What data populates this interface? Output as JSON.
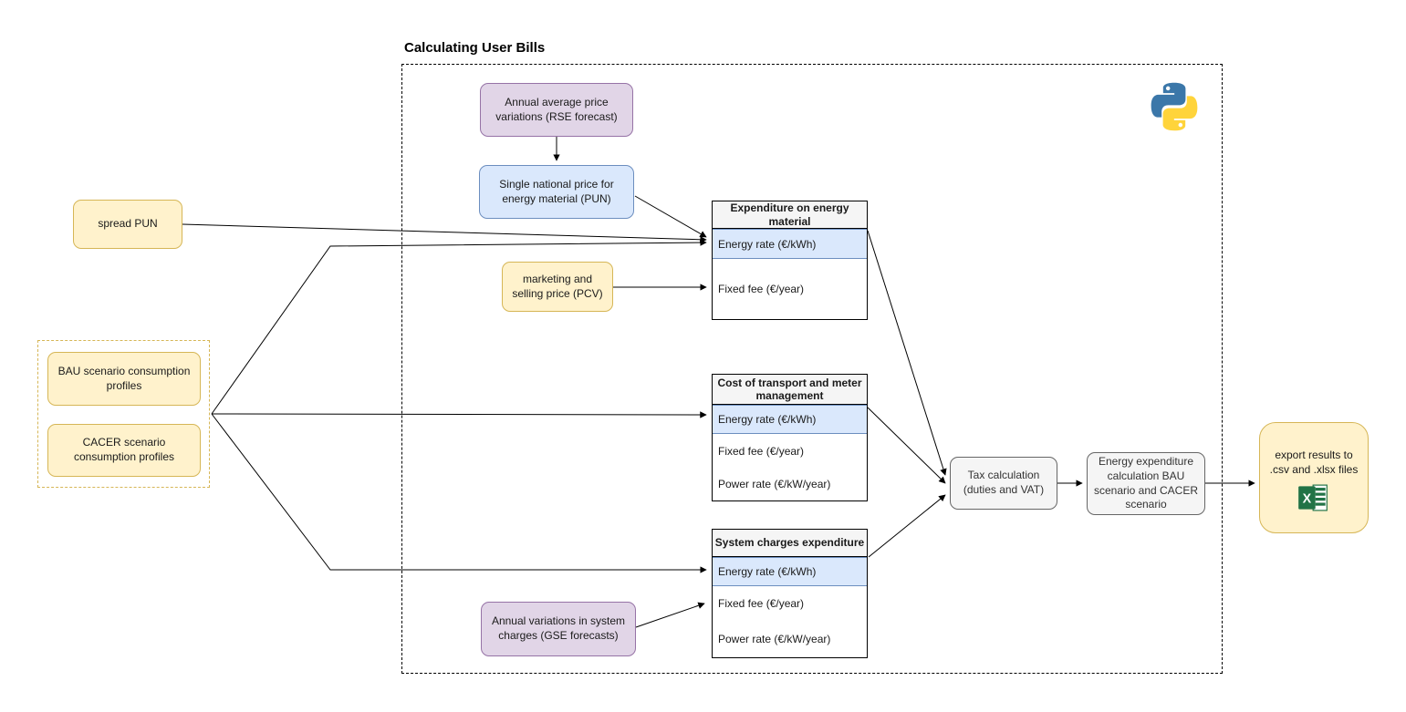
{
  "title": "Calculating User Bills",
  "nodes": {
    "rse": {
      "label": "Annual average price variations (RSE forecast)"
    },
    "pun": {
      "label": "Single national price for energy material (PUN)"
    },
    "spread_pun": {
      "label": "spread PUN"
    },
    "pcv": {
      "label": "marketing and selling price (PCV)"
    },
    "bau": {
      "label": "BAU scenario consumption profiles"
    },
    "cacer": {
      "label": "CACER scenario consumption profiles"
    },
    "gse": {
      "label": "Annual variations in system charges (GSE forecasts)"
    },
    "tax": {
      "label": "Tax calculation (duties and VAT)"
    },
    "energy_expenditure": {
      "label": "Energy expenditure calculation BAU scenario and CACER scenario"
    },
    "export": {
      "label": "export results to .csv and .xlsx files"
    }
  },
  "tables": {
    "energy_material": {
      "header": "Expenditure on energy material",
      "rows": [
        "Energy rate (€/kWh)",
        "Fixed fee (€/year)"
      ]
    },
    "transport": {
      "header": "Cost of transport and meter management",
      "rows": [
        "Energy rate (€/kWh)",
        "Fixed fee (€/year)",
        "Power rate (€/kW/year)"
      ]
    },
    "system_charges": {
      "header": "System charges expenditure",
      "rows": [
        "Energy rate (€/kWh)",
        "Fixed fee (€/year)",
        "Power rate (€/kW/year)"
      ]
    }
  },
  "icons": {
    "python": "python-logo",
    "excel": "excel-spreadsheet-logo"
  },
  "colors": {
    "yellow_fill": "#FFF2CC",
    "yellow_border": "#D6B656",
    "purple_fill": "#E1D5E7",
    "purple_border": "#9673A6",
    "blue_fill": "#DAE8FC",
    "blue_border": "#6C8EBF",
    "gray_fill": "#F5F5F5",
    "gray_border": "#666666",
    "edge": "#000000",
    "python_blue": "#3B77A9",
    "python_yellow": "#FFD43B",
    "excel_green": "#217346"
  }
}
